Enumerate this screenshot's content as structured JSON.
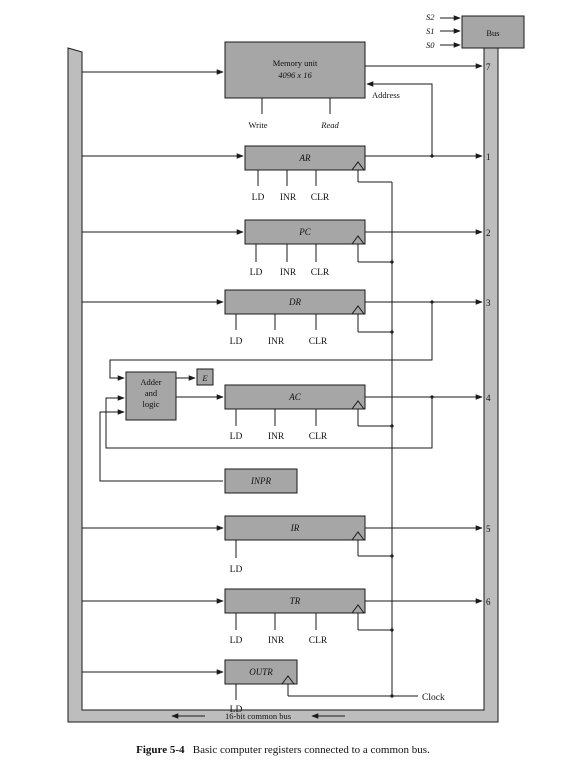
{
  "memory": {
    "title": "Memory unit",
    "size": "4096 x 16",
    "write_label": "Write",
    "read_label": "Read",
    "address_label": "Address"
  },
  "bus_box": {
    "label": "Bus",
    "selects": [
      "S2",
      "S1",
      "S0"
    ]
  },
  "registers": [
    {
      "name": "AR",
      "controls": [
        "LD",
        "INR",
        "CLR"
      ],
      "bus_number": "1"
    },
    {
      "name": "PC",
      "controls": [
        "LD",
        "INR",
        "CLR"
      ],
      "bus_number": "2"
    },
    {
      "name": "DR",
      "controls": [
        "LD",
        "INR",
        "CLR"
      ],
      "bus_number": "3"
    },
    {
      "name": "AC",
      "controls": [
        "LD",
        "INR",
        "CLR"
      ],
      "bus_number": "4"
    },
    {
      "name": "INPR",
      "controls": [],
      "bus_number": ""
    },
    {
      "name": "IR",
      "controls": [
        "LD"
      ],
      "bus_number": "5"
    },
    {
      "name": "TR",
      "controls": [
        "LD",
        "INR",
        "CLR"
      ],
      "bus_number": "6"
    },
    {
      "name": "OUTR",
      "controls": [
        "LD"
      ],
      "bus_number": ""
    }
  ],
  "memory_bus_number": "7",
  "adder": {
    "lines": [
      "Adder",
      "and",
      "logic"
    ]
  },
  "e_flag": "E",
  "clock_label": "Clock",
  "common_bus_label": "16-bit common bus",
  "caption": {
    "figure": "Figure 5-4",
    "text": "Basic computer registers connected to a common bus."
  }
}
